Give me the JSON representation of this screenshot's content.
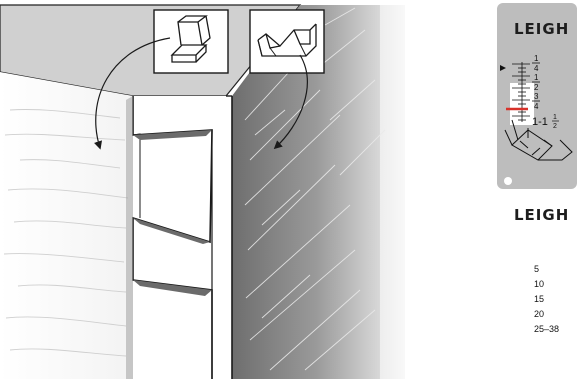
{
  "card_top": {
    "brand": "LEIGH",
    "scale_labels": [
      "1/4",
      "1/2",
      "3/4",
      "1-1 1/2"
    ],
    "frac_num": "1",
    "frac_den": "4",
    "frac2_den": "2",
    "frac3_num": "3",
    "last_whole": "1-1",
    "last_frac_num": "1",
    "last_frac_den": "2"
  },
  "card_bottom": {
    "brand": "LEIGH",
    "scale_labels": [
      "5",
      "10",
      "15",
      "20",
      "25–38"
    ]
  },
  "colors": {
    "card_bg": "#b9b9b9",
    "marker_red": "#d8322a",
    "ink": "#1a1a1a"
  },
  "icons": [
    "pin-callout-icon",
    "tail-callout-icon",
    "pointer-arrow-icon"
  ]
}
